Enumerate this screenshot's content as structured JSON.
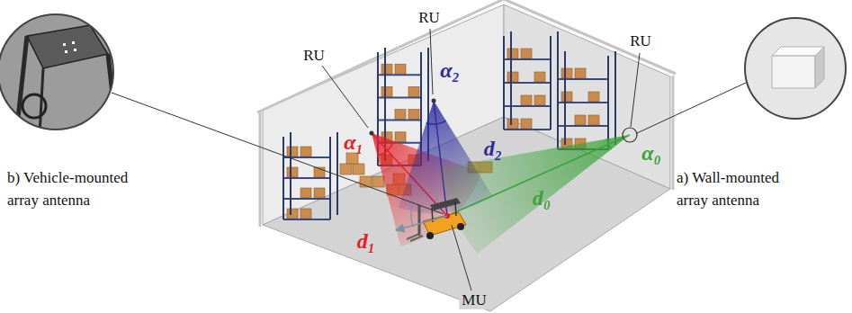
{
  "diagram": {
    "labels": [
      "RU",
      "RU",
      "RU",
      "MU",
      "α₁",
      "α₂",
      "α₀",
      "d₁",
      "d₂",
      "d₀",
      "b) Vehicle-mounted array antenna",
      "a) Wall-mounted array antenna"
    ]
  }
}
